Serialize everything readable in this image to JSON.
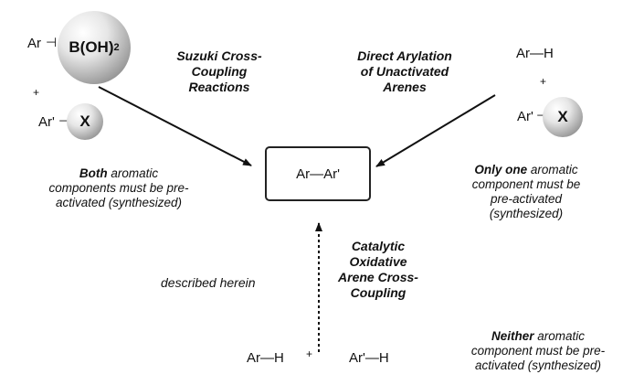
{
  "suzuki_title": [
    "Suzuki Cross-",
    "Coupling",
    "Reactions"
  ],
  "direct_title": [
    "Direct Arylation",
    "of Unactivated",
    "Arenes"
  ],
  "catalytic_title": [
    "Catalytic",
    "Oxidative",
    "Arene Cross-",
    "Coupling"
  ],
  "described_herein": "described herein",
  "left_note": {
    "bold": "Both",
    "line1_rest": " aromatic",
    "line2": "components must be pre-",
    "line3": "activated (synthesized)"
  },
  "right_note": {
    "bold": "Only one",
    "line1_rest": " aromatic",
    "line2": "component must be",
    "line3": "pre-activated",
    "line4": "(synthesized)"
  },
  "bottom_note": {
    "bold": "Neither",
    "line1_rest": " aromatic",
    "line2": "component must be pre-",
    "line3": "activated (synthesized)"
  },
  "formulas": {
    "left_ar": "Ar",
    "boron": "B(OH)",
    "boron_sub": "2",
    "plus": "+",
    "left_ar_prime": "Ar'",
    "x_group": "X",
    "right_arh": "Ar—H",
    "right_ar_prime": "Ar'",
    "product": "Ar—Ar'",
    "bottom_arh": "Ar—H",
    "bottom_ar_prime_h": "Ar'—H"
  }
}
